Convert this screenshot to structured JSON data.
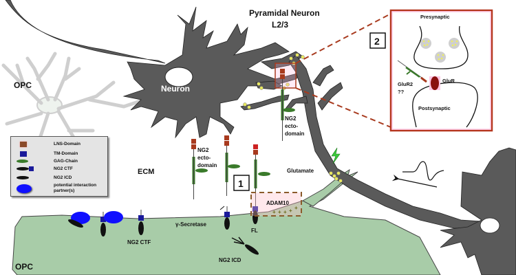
{
  "figure": {
    "title": "Pyramidal Neuron",
    "subtitle": "L2/3",
    "neuron_label": "Neuron",
    "opc_top_label": "OPC",
    "opc_bottom_label": "OPC",
    "ecm_label": "ECM",
    "glutamate_label": "Glutamate",
    "adam10_label": "ADAM10",
    "gamma_secretase_label": "γ-Secretase",
    "fl_label": "FL",
    "ng2_ctf_label": "NG2 CTF",
    "ng2_icd_label": "NG2 ICD",
    "ectodomain_labels": [
      [
        "NG2",
        "ecto-",
        "domain"
      ],
      [
        "NG2",
        "ecto-",
        "domain"
      ]
    ],
    "box1_label": "1",
    "box2_label": "2"
  },
  "inset": {
    "presynaptic_label": "Presynaptic",
    "postsynaptic_label": "Postsynaptic",
    "glur_label": "GluR",
    "glur2_label": "GluR2",
    "glur2_q": "??"
  },
  "legend": {
    "items": [
      {
        "label": "LNS-Domain",
        "icon": "lns-domain-square"
      },
      {
        "label": "TM-Domain",
        "icon": "tm-domain-square"
      },
      {
        "label": "GAG-Chain",
        "icon": "gag-chain-ellipse"
      },
      {
        "label": "NG2 CTF",
        "icon": "ng2-ctf-ellipse-square"
      },
      {
        "label": "NG2 ICD",
        "icon": "ng2-icd-ellipse"
      },
      {
        "label": "potential interaction",
        "label2": "partner(s)",
        "icon": "interaction-partner-ellipse"
      }
    ]
  },
  "colors": {
    "neuron": "#5a5a5a",
    "opc_fill": "#a8cca8",
    "lns": "#a83a1e",
    "tm": "#1a1a9a",
    "gag": "#3a7a2a",
    "partner": "#1010ff",
    "inset_border": "#b5361e",
    "vesicle_dot": "#e8e860"
  }
}
